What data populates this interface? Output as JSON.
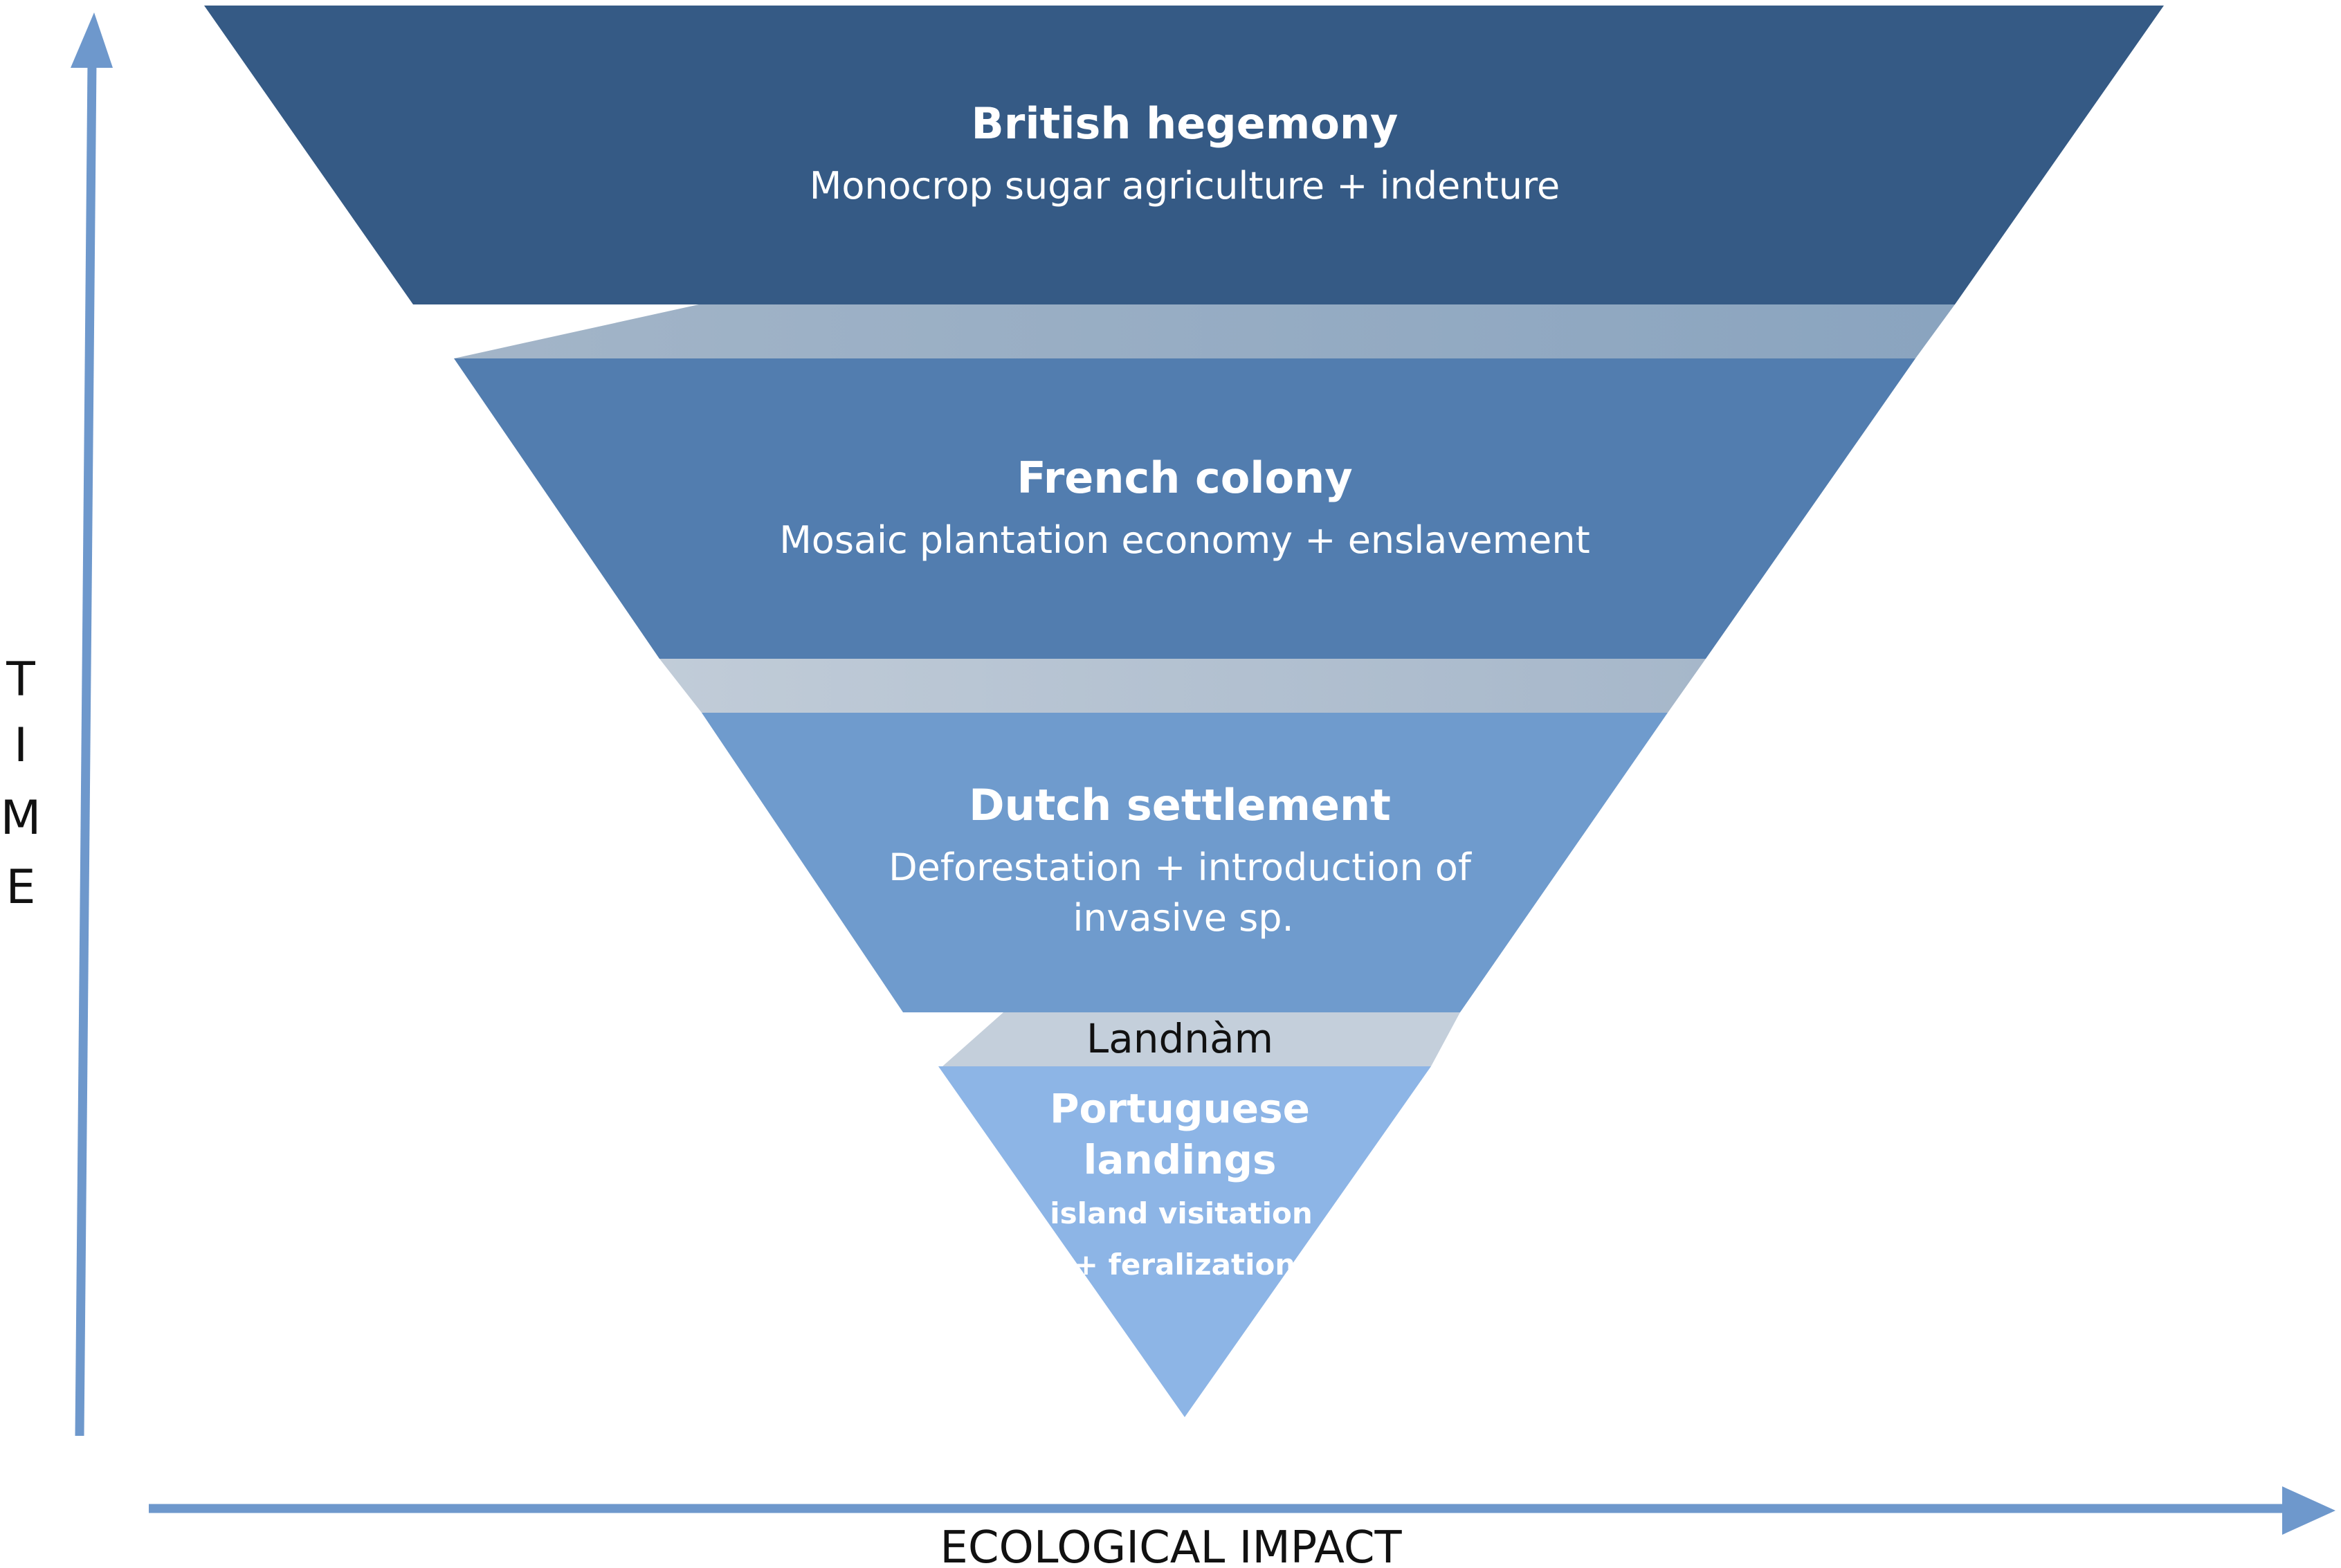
{
  "axes": {
    "y_label_letters": [
      "T",
      "I",
      "M",
      "E"
    ],
    "x_label": "ECOLOGICAL IMPACT",
    "arrow_color": "#6e98cc"
  },
  "colors": {
    "british": "#355a85",
    "french": "#527daf",
    "dutch": "#6f9bcd",
    "portuguese": "#8db5e6",
    "connector_top": "#8fa6bf",
    "connector_bottom": "#b8c7d6"
  },
  "stages": {
    "british": {
      "title": "British hegemony",
      "subtitle": "Monocrop sugar agriculture + indenture"
    },
    "french": {
      "title": "French colony",
      "subtitle": "Mosaic plantation economy + enslavement"
    },
    "dutch": {
      "title": "Dutch settlement",
      "subtitle_line1": "Deforestation + introduction of",
      "subtitle_line2": "invasive sp."
    },
    "landnam": {
      "label": "Landnàm"
    },
    "portuguese": {
      "title_line1": "Portuguese",
      "title_line2": "landings",
      "subtitle_line1": "island visitation",
      "subtitle_line2": "+ feralization"
    }
  }
}
